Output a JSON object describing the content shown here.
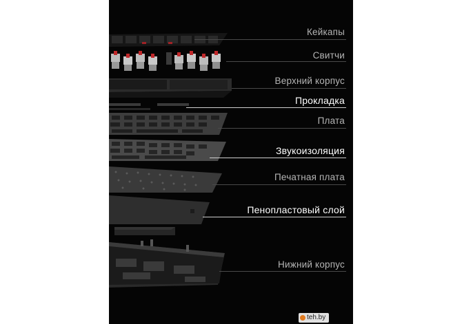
{
  "diagram": {
    "layers": [
      {
        "key": "keycaps",
        "label": "Кейкапы",
        "emphasis": false
      },
      {
        "key": "switches",
        "label": "Свитчи",
        "emphasis": false
      },
      {
        "key": "top_case",
        "label": "Верхний корпус",
        "emphasis": false
      },
      {
        "key": "gasket",
        "label": "Прокладка",
        "emphasis": true
      },
      {
        "key": "plate",
        "label": "Плата",
        "emphasis": false
      },
      {
        "key": "sound_dampening",
        "label": "Звукоизоляция",
        "emphasis": true
      },
      {
        "key": "pcb",
        "label": "Печатная плата",
        "emphasis": false
      },
      {
        "key": "foam_layer",
        "label": "Пенопластовый слой",
        "emphasis": true
      },
      {
        "key": "bottom_case",
        "label": "Нижний корпус",
        "emphasis": false
      }
    ]
  },
  "watermark": {
    "text": "teh.by",
    "logo_color": "#e07a1f"
  },
  "colors": {
    "background": "#050505",
    "switch_stem": "#c0282a",
    "accent_label": "#ffffff"
  }
}
